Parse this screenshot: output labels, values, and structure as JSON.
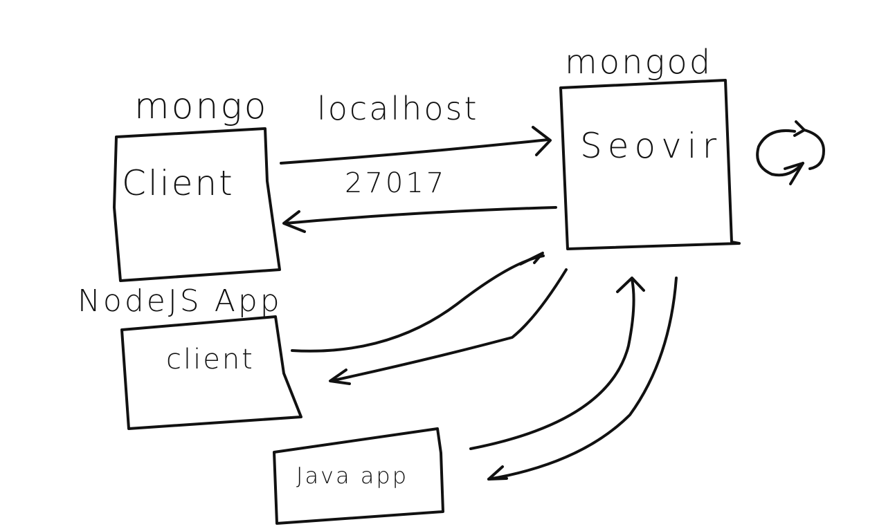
{
  "labels": {
    "mongo": "mongo",
    "mongod": "mongod",
    "localhost": "localhost",
    "port": "27017",
    "client_mongo": "Client",
    "server": "Seovir",
    "nodejs_app": "NodeJS App",
    "client_node": "client",
    "java_app": "Java app"
  },
  "icons": {
    "refresh": "refresh-icon"
  },
  "colors": {
    "ink": "#111111",
    "background": "#ffffff"
  }
}
